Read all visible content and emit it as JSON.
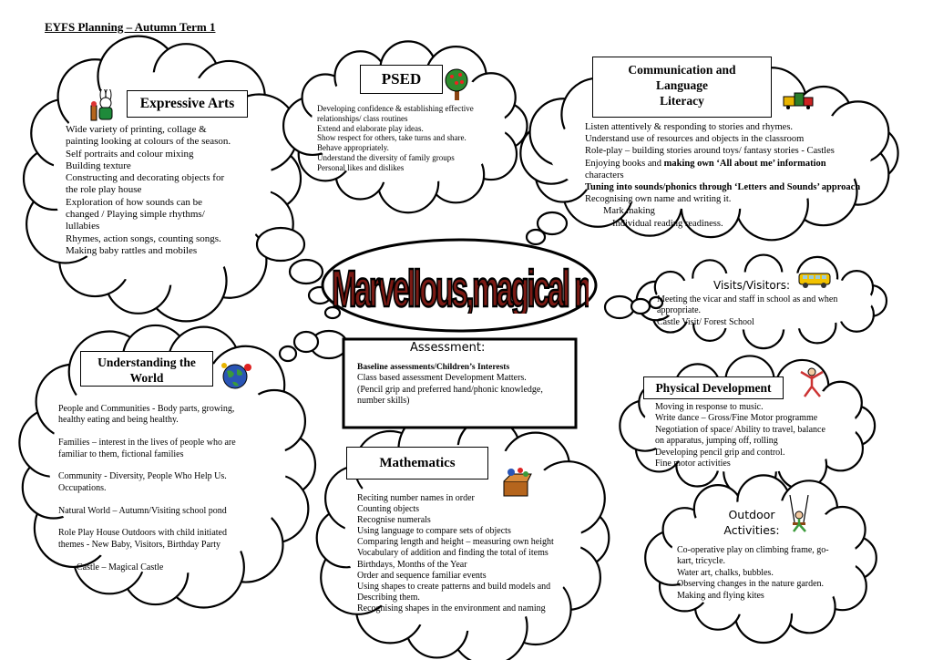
{
  "title": "EYFS Planning – Autumn Term 1",
  "centre": "Marvellous,magical me",
  "expressive_arts": {
    "heading": "Expressive Arts",
    "lines": [
      "Wide variety of printing, collage &",
      "painting looking at colours of the season.",
      "Self portraits and colour mixing",
      "Building texture",
      "Constructing and decorating objects for",
      "the role play house",
      "Exploration of how sounds can be",
      "changed / Playing simple rhythms/",
      "lullabies",
      "Rhymes, action songs, counting songs.",
      "Making baby rattles and mobiles"
    ]
  },
  "psed": {
    "heading": "PSED",
    "lines": [
      "Developing confidence & establishing effective",
      "relationships/ class routines",
      "Extend and elaborate play ideas.",
      "Show respect for others, take turns and share.",
      "Behave appropriately.",
      "Understand the diversity of family groups",
      "Personal likes and dislikes"
    ]
  },
  "communication": {
    "heading_1": "Communication and",
    "heading_2": "Language",
    "heading_3": "Literacy",
    "line_1": "Listen attentively & responding to stories and rhymes.",
    "line_2": "Understand use of resources and objects in the classroom",
    "line_3": "Role-play – building stories around toys/ fantasy stories - Castles",
    "line_4a": "Enjoying books and ",
    "line_4b": "making own ‘All about me’ information",
    "line_5": "characters",
    "line_6": "Tuning into sounds/phonics through ‘Letters and Sounds’ approach",
    "line_7": "Recognising own name and writing it.",
    "line_8": "Mark making",
    "line_9": "Individual reading readiness."
  },
  "visits": {
    "heading": "Visits/Visitors:",
    "lines": [
      "Meeting the vicar and staff in school as and when",
      "appropriate.",
      "Castle Visit/ Forest School"
    ]
  },
  "understanding": {
    "heading_1": "Understanding the",
    "heading_2": "World",
    "lines": [
      "People and Communities - Body parts, growing,",
      "healthy eating and being healthy.",
      "",
      "Families – interest in the lives of people who are",
      "familiar to them, fictional families",
      "",
      "Community - Diversity, People Who Help Us.",
      "Occupations.",
      "",
      "Natural World – Autumn/Visiting school pond",
      "",
      "Role Play House Outdoors with child initiated",
      "themes -   New Baby, Visitors, Birthday Party",
      "",
      "     Castle – Magical Castle"
    ]
  },
  "assessment": {
    "heading": "Assessment:",
    "bold_line": "Baseline assessments/Children’s Interests",
    "lines": [
      "Class based assessment Development Matters.",
      "(Pencil grip and preferred hand/phonic knowledge,",
      "number skills)"
    ]
  },
  "physical": {
    "heading": "Physical Development",
    "lines": [
      "Moving in response to music.",
      "Write dance – Gross/Fine Motor programme",
      "Negotiation of space/ Ability to travel, balance",
      "on apparatus, jumping off, rolling",
      "Developing pencil grip and control.",
      "Fine motor activities"
    ]
  },
  "mathematics": {
    "heading": "Mathematics",
    "lines": [
      "Reciting number names in order",
      "Counting objects",
      "Recognise numerals",
      "Using language to compare sets of objects",
      "Comparing length and height – measuring own height",
      "Vocabulary of addition and finding the total of items",
      "Birthdays, Months of the Year",
      "Order and sequence familiar events",
      "Using shapes to create patterns and build models and",
      "Describing them.",
      "Recognising shapes in the environment and naming"
    ]
  },
  "outdoor": {
    "heading_1": "Outdoor",
    "heading_2": "Activities:",
    "lines": [
      "Co-operative play on climbing frame, go-",
      "kart, tricycle.",
      "Water art, chalks, bubbles.",
      "Observing changes in the nature garden.",
      "Making and flying kites"
    ]
  },
  "icons": {
    "expressive_arts": "painter-rabbit-icon",
    "psed": "tree-icon",
    "communication": "toys-icon",
    "visits": "bus-icon",
    "understanding": "globe-icon",
    "physical": "jumping-child-icon",
    "mathematics": "toy-box-icon",
    "outdoor": "swing-icon"
  },
  "colors": {
    "centre_text": "#7a1a14",
    "ink": "#000000"
  }
}
